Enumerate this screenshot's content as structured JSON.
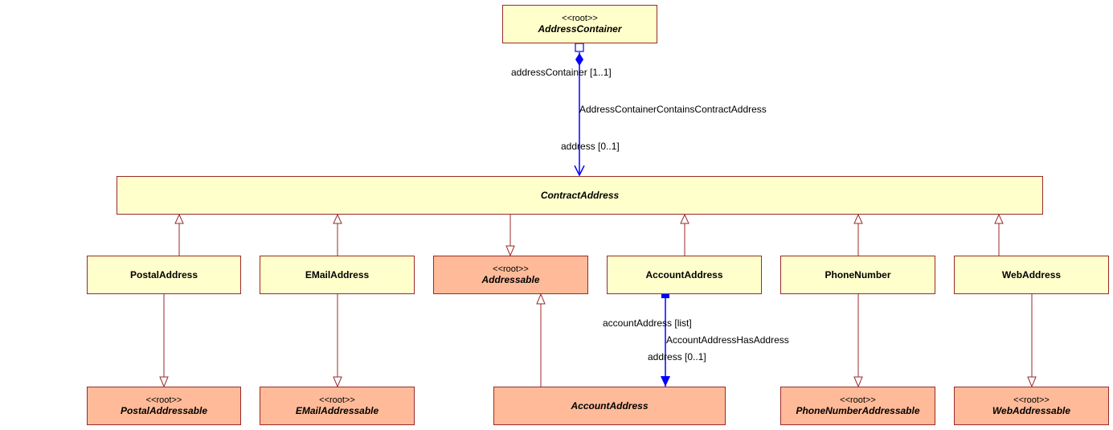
{
  "classes": {
    "address_container": {
      "stereotype": "<<root>>",
      "name": "AddressContainer"
    },
    "contract_address": {
      "name": "ContractAddress"
    },
    "postal_address": {
      "name": "PostalAddress"
    },
    "email_address": {
      "name": "EMailAddress"
    },
    "addressable": {
      "stereotype": "<<root>>",
      "name": "Addressable"
    },
    "account_address": {
      "name": "AccountAddress"
    },
    "phone_number": {
      "name": "PhoneNumber"
    },
    "web_address": {
      "name": "WebAddress"
    },
    "postal_addressable": {
      "stereotype": "<<root>>",
      "name": "PostalAddressable"
    },
    "email_addressable": {
      "stereotype": "<<root>>",
      "name": "EMailAddressable"
    },
    "account_address_root": {
      "name": "AccountAddress"
    },
    "phone_number_addressable": {
      "stereotype": "<<root>>",
      "name": "PhoneNumberAddressable"
    },
    "web_addressable": {
      "stereotype": "<<root>>",
      "name": "WebAddressable"
    }
  },
  "associations": {
    "container_contains": {
      "source_role": "addressContainer [1..1]",
      "name": "AddressContainerContainsContractAddress",
      "target_role": "address [0..1]"
    },
    "account_has": {
      "source_role": "accountAddress [list]",
      "name": "AccountAddressHasAddress",
      "target_role": "address [0..1]"
    }
  },
  "colors": {
    "class_fill": "#ffffcc",
    "root_fill": "#ffbb99",
    "class_border": "#9a2a2a",
    "generalization_line": "#9a2a2a",
    "association_line": "#0000ff"
  }
}
